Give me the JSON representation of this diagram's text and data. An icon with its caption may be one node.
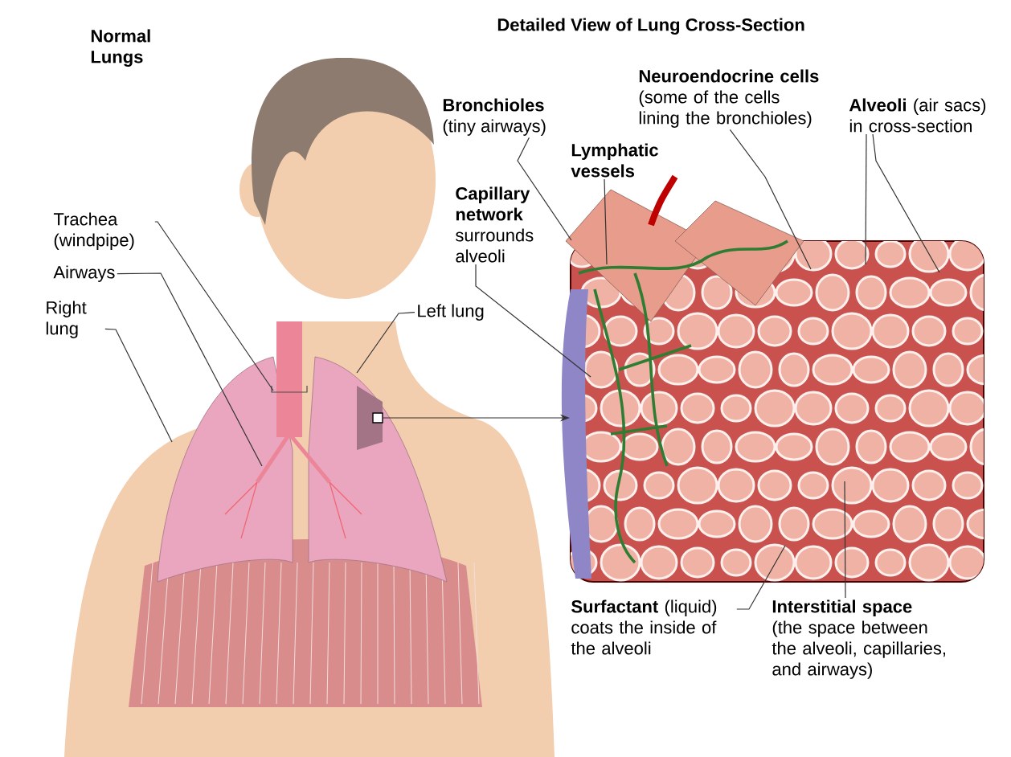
{
  "diagram": {
    "nodes": [
      {
        "text": [
          "Trachea (windpipe)"
        ]
      },
      {
        "text": [
          "Airways"
        ]
      },
      {
        "text": [
          "Right lung"
        ]
      },
      {
        "text": [
          "Left lung"
        ]
      },
      {
        "text": [
          "Bronchioles",
          "(tiny airways)"
        ]
      },
      {
        "text": [
          "Lymphatic vessels"
        ]
      },
      {
        "text": [
          "Capillary network",
          "surrounds alveoli"
        ]
      },
      {
        "text": [
          "Neuroendocrine cells",
          "(some of the cells lining the bronchioles)"
        ]
      },
      {
        "text": [
          "**Alveoli** (air sacs) in cross-section"
        ]
      },
      {
        "text": [
          "**Surfactant** (liquid) coats the inside of the alveoli"
        ]
      },
      {
        "text": [
          "Interstitial space",
          "(the space between the alveoli, capillaries, and airways)"
        ]
      },
      {
        "text": [],
        "shape": "box"
      },
      {
        "text": [],
        "shape": "picture"
      }
    ],
    "edges": [
      {
        "from": 0,
        "to": null,
        "arrow": "none"
      },
      {
        "from": 1,
        "to": null,
        "arrow": "none"
      },
      {
        "from": 2,
        "to": null,
        "arrow": "none"
      },
      {
        "from": 3,
        "to": null,
        "arrow": "none"
      },
      {
        "from": 4,
        "to": 12,
        "arrow": "none"
      },
      {
        "from": 5,
        "to": 12,
        "arrow": "none"
      },
      {
        "from": 6,
        "to": 12,
        "arrow": "none"
      },
      {
        "from": 7,
        "to": 12,
        "arrow": "none"
      },
      {
        "from": 8,
        "to": 12,
        "arrow": "none"
      },
      {
        "from": 8,
        "to": 12,
        "arrow": "none"
      },
      {
        "from": 9,
        "to": 12,
        "arrow": "none"
      },
      {
        "from": 10,
        "to": 12,
        "arrow": "none"
      },
      {
        "from": 11,
        "to": 12,
        "arrow": "to"
      }
    ],
    "labels": [
      "Normal Lungs",
      "Detailed View of Lung Cross-Section"
    ]
  }
}
